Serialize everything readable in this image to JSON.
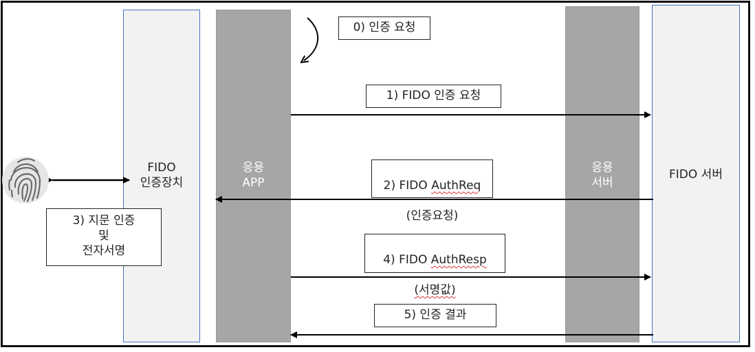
{
  "lanes": {
    "auth_device": "FIDO\n인증장치",
    "app": "응용\nAPP",
    "app_server": "응용\n서버",
    "fido_server": "FIDO 서버"
  },
  "steps": {
    "s0": "0) 인증 요청",
    "s1": "1) FIDO 인증 요청",
    "s2_prefix": "2) FIDO ",
    "s2_word": "AuthReq",
    "s2_line2": "(인증요청)",
    "s3": "3) 지문 인증\n및\n전자서명",
    "s4_prefix": "4) FIDO ",
    "s4_word": "AuthResp",
    "s4_line2": "(서명값)",
    "s5": "5) 인증 결과"
  },
  "icons": {
    "fingerprint": "fingerprint-icon"
  },
  "colors": {
    "lane_border_blue": "#4472c4",
    "lane_gray": "#a6a6a6",
    "arrow": "#000000"
  }
}
